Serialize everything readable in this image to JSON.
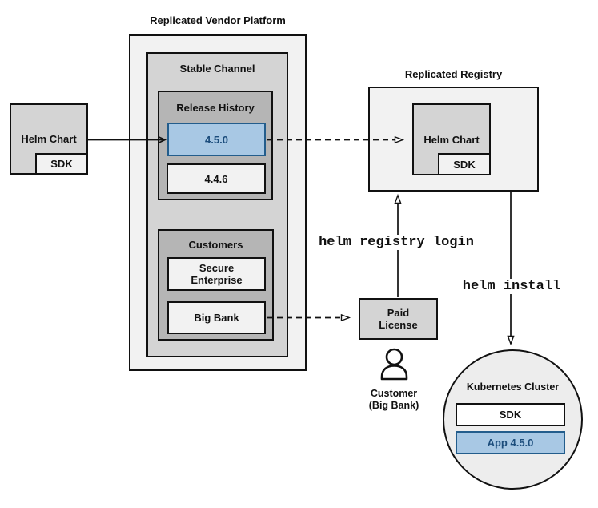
{
  "title": "Replicated Vendor Platform",
  "platform": {
    "stable_channel_label": "Stable Channel",
    "release_history": {
      "label": "Release History",
      "releases": [
        {
          "version": "4.5.0",
          "highlighted": true
        },
        {
          "version": "4.4.6",
          "highlighted": false
        }
      ]
    },
    "customers": {
      "label": "Customers",
      "items": [
        {
          "name": "Secure Enterprise"
        },
        {
          "name": "Big Bank"
        }
      ]
    }
  },
  "vendor_chart": {
    "label": "Helm Chart",
    "sdk_label": "SDK"
  },
  "registry": {
    "title": "Replicated Registry",
    "helm_chart_label": "Helm Chart",
    "sdk_label": "SDK"
  },
  "license": {
    "label": "Paid License"
  },
  "customer": {
    "line1": "Customer",
    "line2": "(Big Bank)"
  },
  "commands": {
    "registry_login": "helm registry login",
    "install": "helm install"
  },
  "cluster": {
    "title": "Kubernetes Cluster",
    "sdk_label": "SDK",
    "app_label": "App 4.5.0"
  },
  "colors": {
    "highlight_fill": "#a8c8e4",
    "highlight_border": "#235d8c",
    "highlight_text": "#1c4d7c",
    "box_light": "#f2f2f2",
    "box_mid": "#d4d4d4",
    "box_dark": "#b5b5b5"
  }
}
